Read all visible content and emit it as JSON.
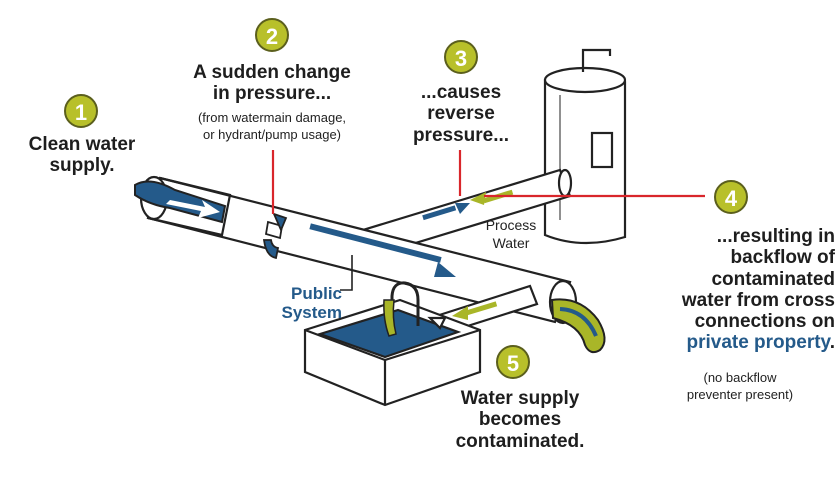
{
  "colors": {
    "accent_green": "#b8c02a",
    "water_blue": "#245a8a",
    "contaminated": "#a9b628",
    "pointer_red": "#d9262b"
  },
  "steps": [
    {
      "number": "1",
      "lines": [
        "Clean water",
        "supply."
      ]
    },
    {
      "number": "2",
      "lines": [
        "A sudden change",
        "in pressure..."
      ],
      "sub_lines": [
        "(from watermain damage,",
        "or hydrant/pump usage)"
      ]
    },
    {
      "number": "3",
      "lines": [
        "...causes",
        "reverse",
        "pressure..."
      ]
    },
    {
      "number": "4",
      "lines": [
        "...resulting in",
        "backflow of",
        "contaminated",
        "water from cross",
        "connections on"
      ],
      "highlight": "private property",
      "end": ".",
      "sub_lines": [
        "(no backflow",
        "preventer present)"
      ]
    },
    {
      "number": "5",
      "lines": [
        "Water supply",
        "becomes",
        "contaminated."
      ]
    }
  ],
  "labels": {
    "public_system": [
      "Public",
      "System"
    ],
    "process_water": [
      "Process",
      "Water"
    ]
  }
}
